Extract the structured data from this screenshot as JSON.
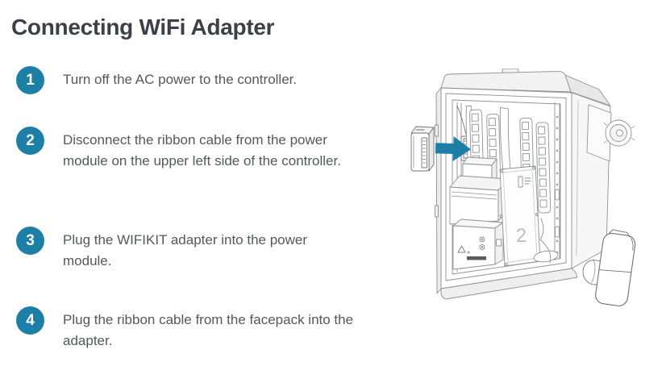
{
  "page": {
    "title": "Connecting WiFi Adapter"
  },
  "steps": [
    {
      "number": "1",
      "text": "Turn off the AC power to the controller."
    },
    {
      "number": "2",
      "text": "Disconnect the ribbon cable from the power module on the upper left side of the controller."
    },
    {
      "number": "3",
      "text": "Plug the WIFIKIT adapter into the power module."
    },
    {
      "number": "4",
      "text": "Plug the ribbon cable from the facepack into the adapter."
    }
  ],
  "colors": {
    "accent_teal": "#1d7fa6",
    "title_text": "#3a4148",
    "body_text": "#54585c",
    "line_art_gray": "#8f9193"
  },
  "illustration": {
    "description": "Line drawing of an open irrigation controller cabinet; WIFIKIT adapter outside at left with a teal arrow pointing to the ribbon connector on the power module; WiFi antenna mounted at lower right",
    "panel_label": "2"
  }
}
